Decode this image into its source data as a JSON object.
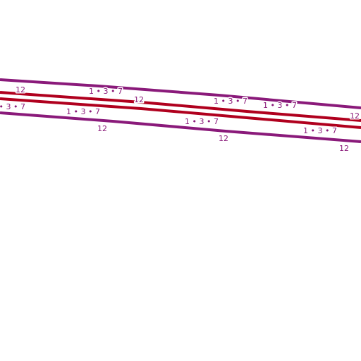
{
  "map": {
    "routes": [
      {
        "name": "route-12",
        "label": "12",
        "color": "#8a1a7a"
      },
      {
        "name": "route-1-3-7",
        "label": "1 • 3 • 7",
        "color": "#b0001e"
      }
    ]
  }
}
